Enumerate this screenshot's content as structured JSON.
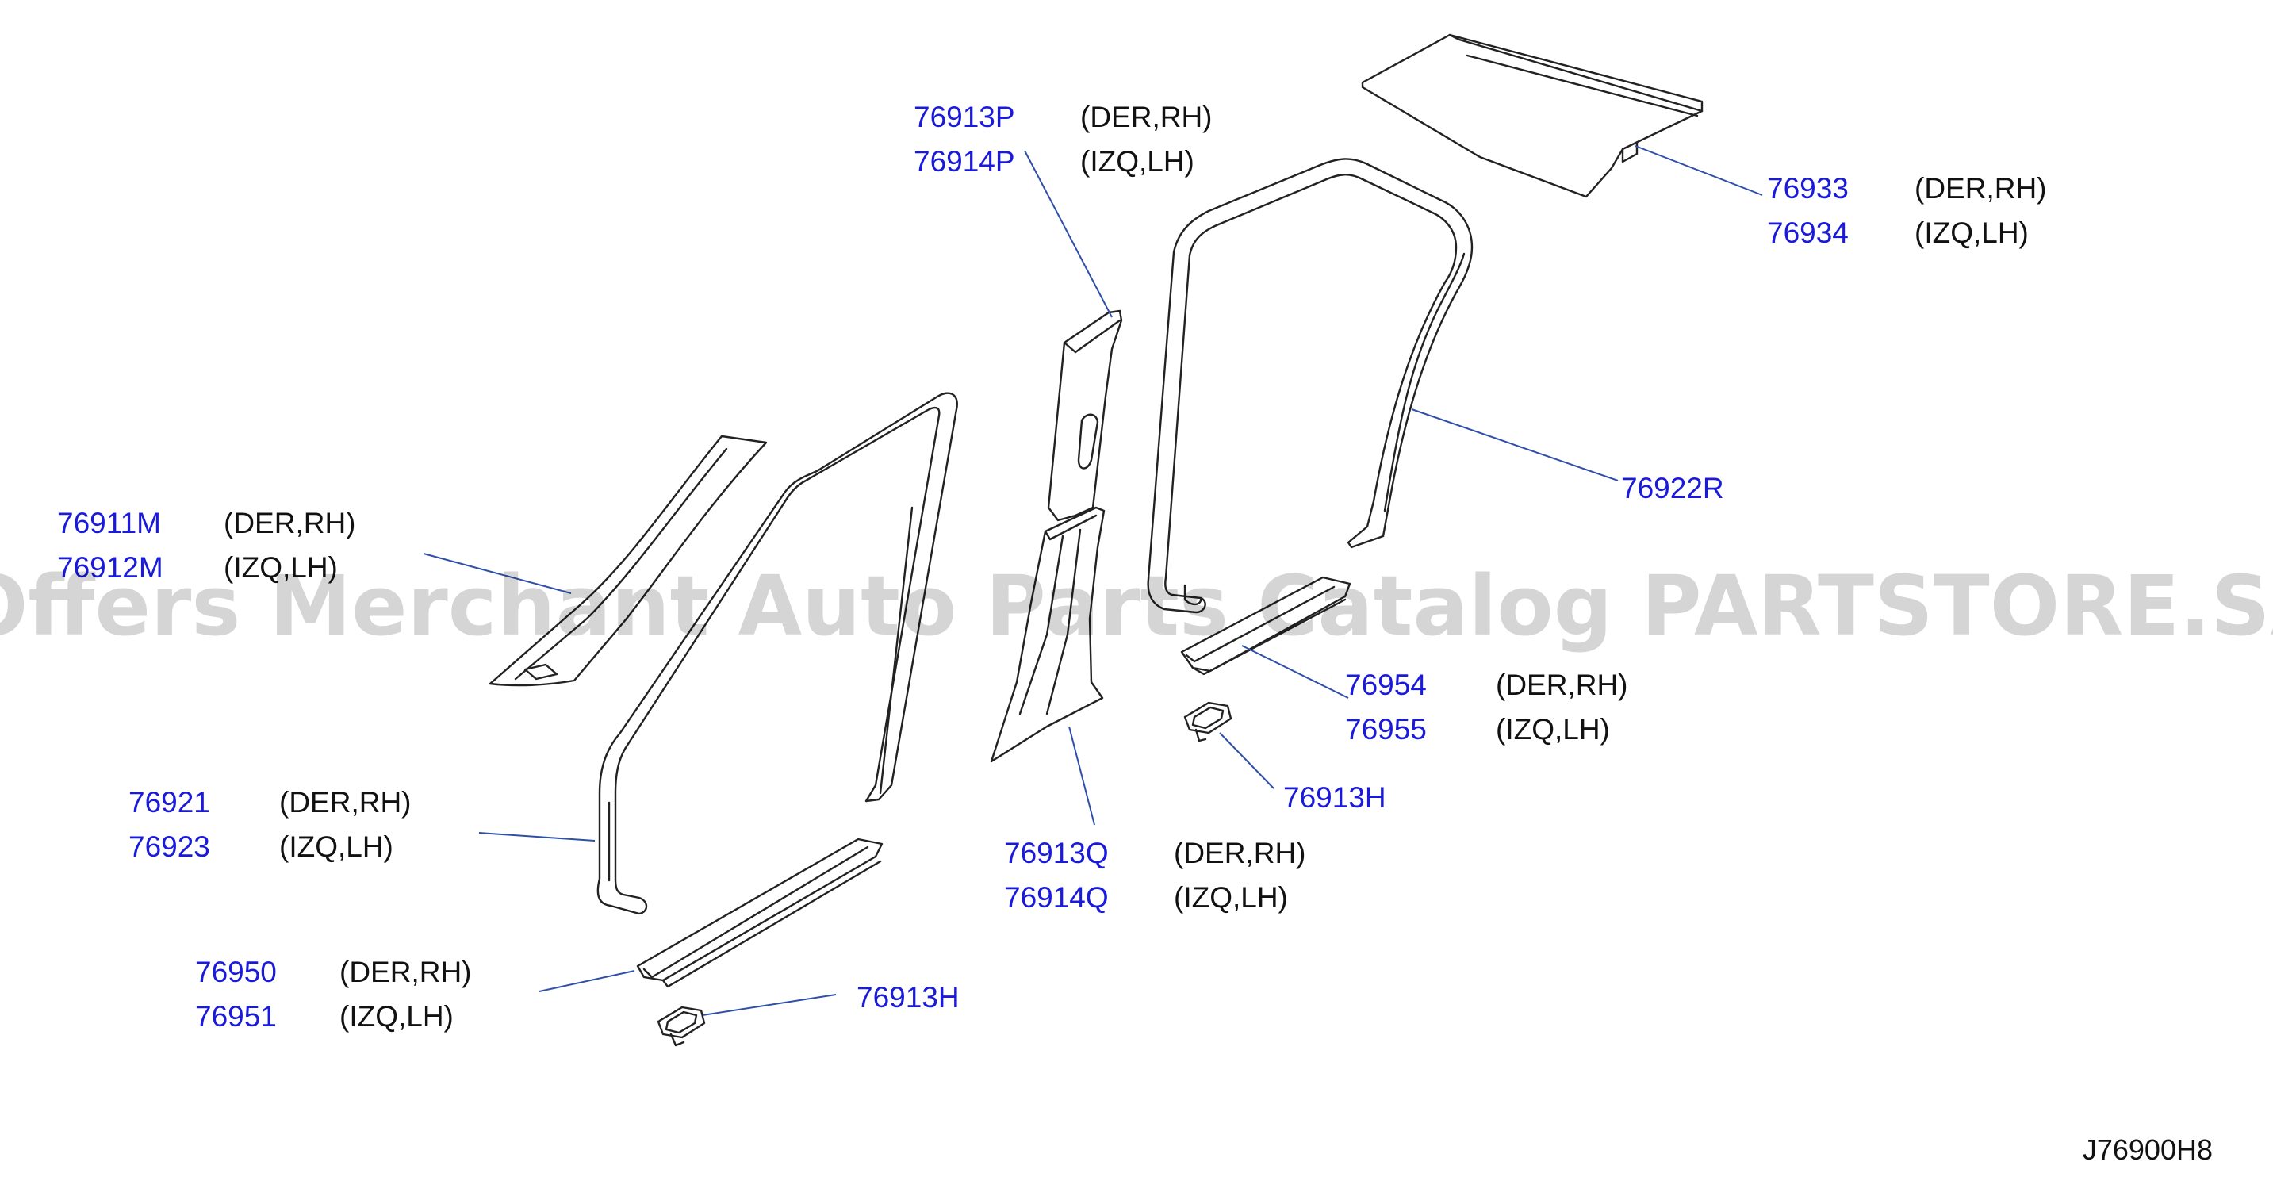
{
  "diagram_code": "J76900H8",
  "watermark": "Offers Merchant Auto Parts Catalog PARTSTORE.SA",
  "callouts": [
    {
      "id": "c1",
      "lines": [
        {
          "number": "76913P",
          "desc": "(DER,RH)"
        },
        {
          "number": "76914P",
          "desc": "(IZQ,LH)"
        }
      ]
    },
    {
      "id": "c2",
      "lines": [
        {
          "number": "76933",
          "desc": "(DER,RH)"
        },
        {
          "number": "76934",
          "desc": "(IZQ,LH)"
        }
      ]
    },
    {
      "id": "c3",
      "lines": [
        {
          "number": "76922R",
          "desc": ""
        }
      ]
    },
    {
      "id": "c4",
      "lines": [
        {
          "number": "76911M",
          "desc": "(DER,RH)"
        },
        {
          "number": "76912M",
          "desc": "(IZQ,LH)"
        }
      ]
    },
    {
      "id": "c5",
      "lines": [
        {
          "number": "76954",
          "desc": "(DER,RH)"
        },
        {
          "number": "76955",
          "desc": "(IZQ,LH)"
        }
      ]
    },
    {
      "id": "c6",
      "lines": [
        {
          "number": "76913H",
          "desc": ""
        }
      ]
    },
    {
      "id": "c7",
      "lines": [
        {
          "number": "76921",
          "desc": "(DER,RH)"
        },
        {
          "number": "76923",
          "desc": "(IZQ,LH)"
        }
      ]
    },
    {
      "id": "c8",
      "lines": [
        {
          "number": "76913Q",
          "desc": "(DER,RH)"
        },
        {
          "number": "76914Q",
          "desc": "(IZQ,LH)"
        }
      ]
    },
    {
      "id": "c9",
      "lines": [
        {
          "number": "76950",
          "desc": "(DER,RH)"
        },
        {
          "number": "76951",
          "desc": "(IZQ,LH)"
        }
      ]
    },
    {
      "id": "c10",
      "lines": [
        {
          "number": "76913H",
          "desc": ""
        }
      ]
    }
  ]
}
